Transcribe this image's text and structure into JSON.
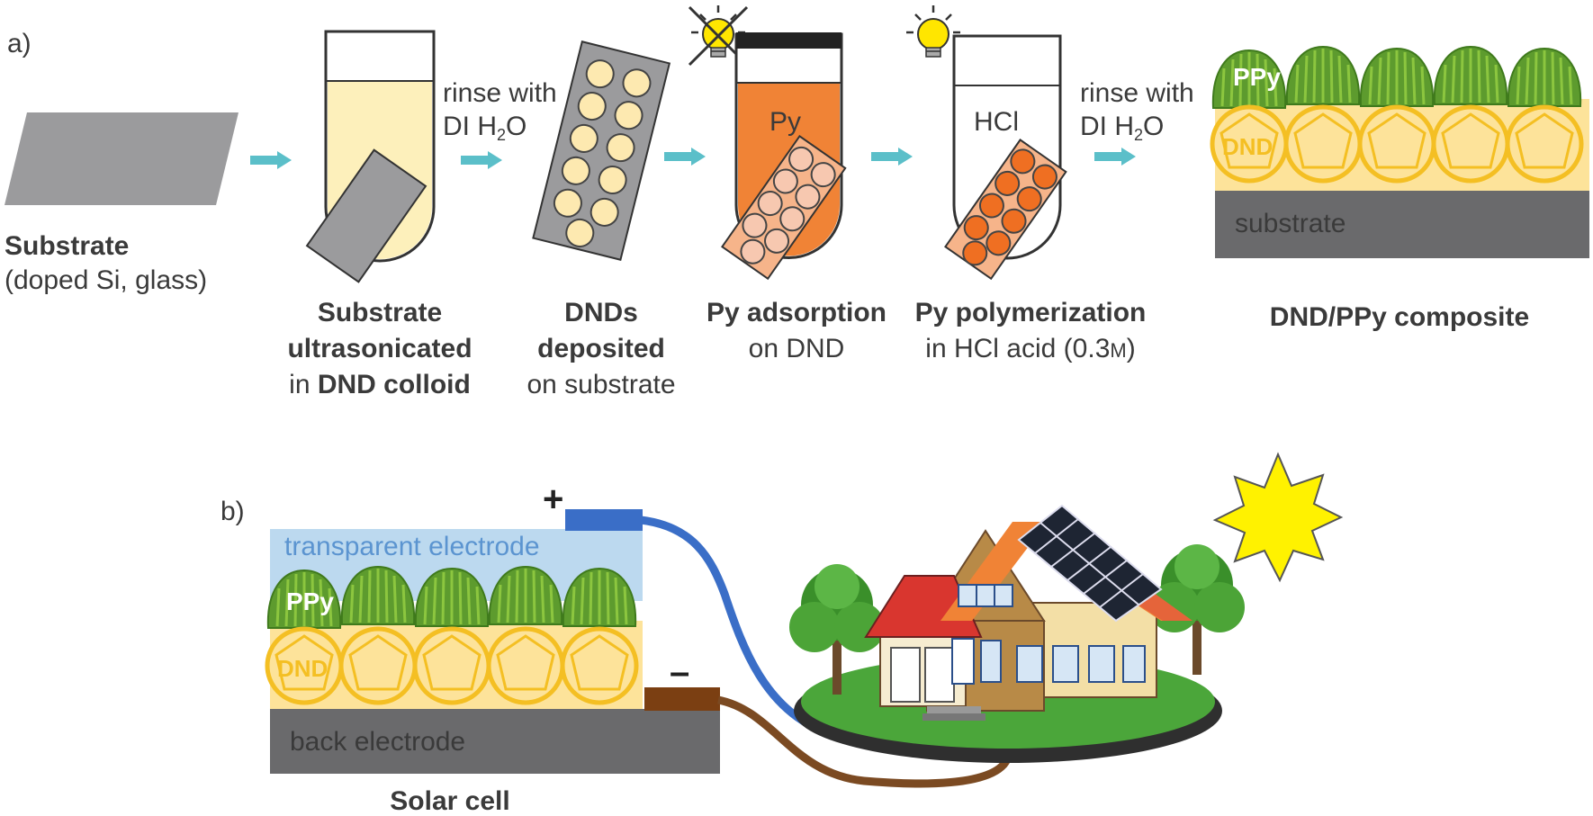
{
  "panel_a": {
    "label": "a)",
    "substrate": {
      "title": "Substrate",
      "subtitle": "(doped Si, glass)"
    },
    "step1": {
      "line1": "Substrate",
      "line2": "ultrasonicated",
      "line3_prefix": "in ",
      "line3_bold": "DND colloid"
    },
    "rinse1": {
      "line1": "rinse with",
      "line2_pre": "DI H",
      "sub": "2",
      "line2_post": "O"
    },
    "step2": {
      "line1": "DNDs",
      "line2": "deposited",
      "line3": "on substrate"
    },
    "step3": {
      "tube_label": "Py",
      "line1": "Py adsorption",
      "line2": "on DND"
    },
    "step4": {
      "tube_label": "HCl",
      "line1": "Py polymerization",
      "line2_pre": "in HCl acid (0.3",
      "line2_small": "M",
      "line2_post": ")"
    },
    "rinse2": {
      "line1": "rinse with",
      "line2_pre": "DI H",
      "sub": "2",
      "line2_post": "O"
    },
    "composite": {
      "ppy": "PPy",
      "dnd": "DND",
      "substrate": "substrate",
      "caption": "DND/PPy composite"
    }
  },
  "panel_b": {
    "label": "b)",
    "plus": "+",
    "minus": "–",
    "transparent_electrode": "transparent electrode",
    "ppy": "PPy",
    "dnd": "DND",
    "back_electrode": "back electrode",
    "caption": "Solar cell"
  },
  "colors": {
    "arrow": "#5bbfc9",
    "substrate_gray": "#9b9b9d",
    "dnd_fill": "#fde39a",
    "dnd_stroke": "#f4bf23",
    "ppy_green": "#5d9b2e",
    "py_orange": "#f08336",
    "transparent_electrode": "#bcd9ef",
    "blue_wire": "#3a6ec7",
    "brown_wire": "#7b4a22",
    "sun": "#fff200"
  },
  "icons": [
    "bulb-off-icon",
    "bulb-on-icon",
    "sun-icon",
    "house-icon",
    "tree-icon",
    "solar-panel-icon"
  ]
}
